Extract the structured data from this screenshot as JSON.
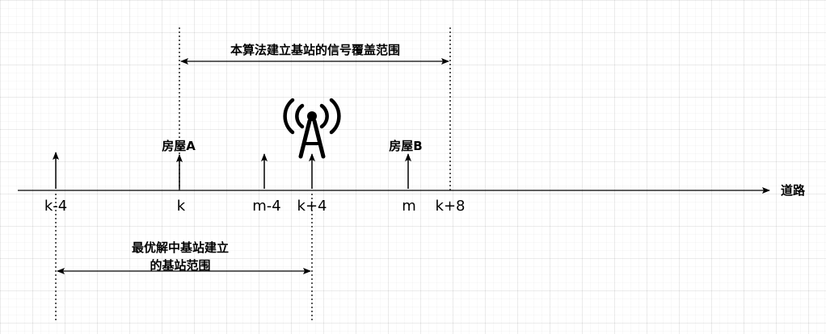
{
  "road_label": "道路",
  "coverage_label": "本算法建立基站的信号覆盖范围",
  "optimal_range_label": "最优解中基站建立的基站范围",
  "house_a_label": "房屋A",
  "house_b_label": "房屋B",
  "tower_icon": "radio-tower-icon",
  "ticks": {
    "k_minus_4": "k-4",
    "k": "k",
    "m_minus_4": "m-4",
    "k_plus_4": "k+4",
    "m": "m",
    "k_plus_8": "k+8"
  }
}
